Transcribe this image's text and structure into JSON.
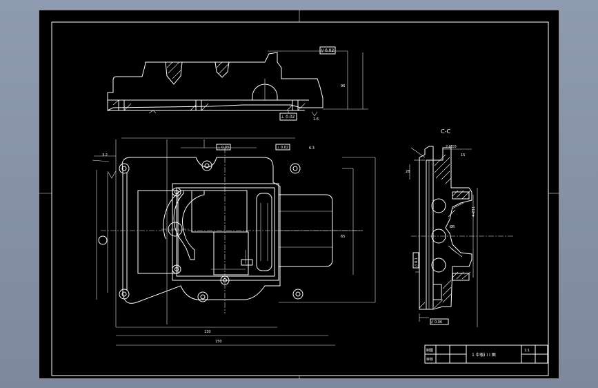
{
  "section_label": "C-C",
  "title_block": {
    "drawing_name": "1 中板I I I 图",
    "scale": "1:1",
    "cell_a": "制图",
    "cell_b": "审核"
  },
  "annotations": {
    "tol_top": "// 0.02",
    "tol_bottom": "⊥ 0.02",
    "tol_c": "⊥ 0.03",
    "tol_d": "⊥ 0.02",
    "tol_side_1": "// 0.1",
    "tol_side_2": "// 0.06",
    "rough_1": "1.6",
    "rough_2": "3.2",
    "rough_3": "6.3",
    "dim_1": "96",
    "dim_2": "65",
    "dim_3": "150",
    "dim_4": "130",
    "dim_5": "28",
    "dim_6": "15",
    "dim_7": "2-M10",
    "dim_8": "Ø8",
    "side_note": "4-Ø11"
  }
}
